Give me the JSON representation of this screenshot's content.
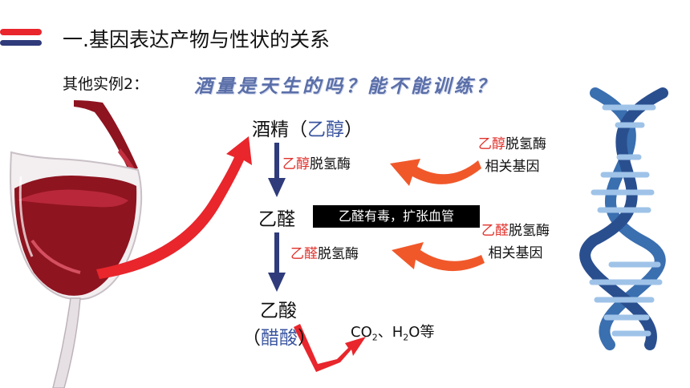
{
  "slide": {
    "title": "一.基因表达产物与性状的关系",
    "subtitle": "其他实例2：",
    "question": "酒量是天生的吗？能不能训练？"
  },
  "pathway": {
    "ethanol": {
      "main": "酒精（",
      "highlight": "乙醇",
      "close": "）"
    },
    "acetaldehyde": "乙醛",
    "acetaldehyde_note": "乙醛有毒，扩张血管",
    "acetic_acid": "乙酸",
    "vinegar": {
      "open": "（",
      "highlight": "醋酸",
      "close": "）"
    },
    "products": {
      "co": "CO",
      "co_sub": "2",
      "sep": "、H",
      "h_sub": "2",
      "rest": "O等"
    }
  },
  "enzymes": {
    "adh": {
      "highlight": "乙醇",
      "rest": "脱氢酶"
    },
    "aldh": {
      "highlight": "乙醛",
      "rest": "脱氢酶"
    }
  },
  "genes": {
    "adh_gene": {
      "line1_highlight": "乙醇",
      "line1_rest": "脱氢酶",
      "line2": "相关基因"
    },
    "aldh_gene": {
      "line1_highlight": "乙醛",
      "line1_rest": "脱氢酶",
      "line2": "相关基因"
    }
  },
  "colors": {
    "navy_arrow": "#2f3b7a",
    "orange_arrow": "#f0582a",
    "red_arrow": "#e8262c",
    "highlight_red": "#e0322c",
    "highlight_blue": "#3a55a0"
  },
  "icons": [
    "wine-glass-icon",
    "dna-helix-icon",
    "header-bar-icon"
  ]
}
